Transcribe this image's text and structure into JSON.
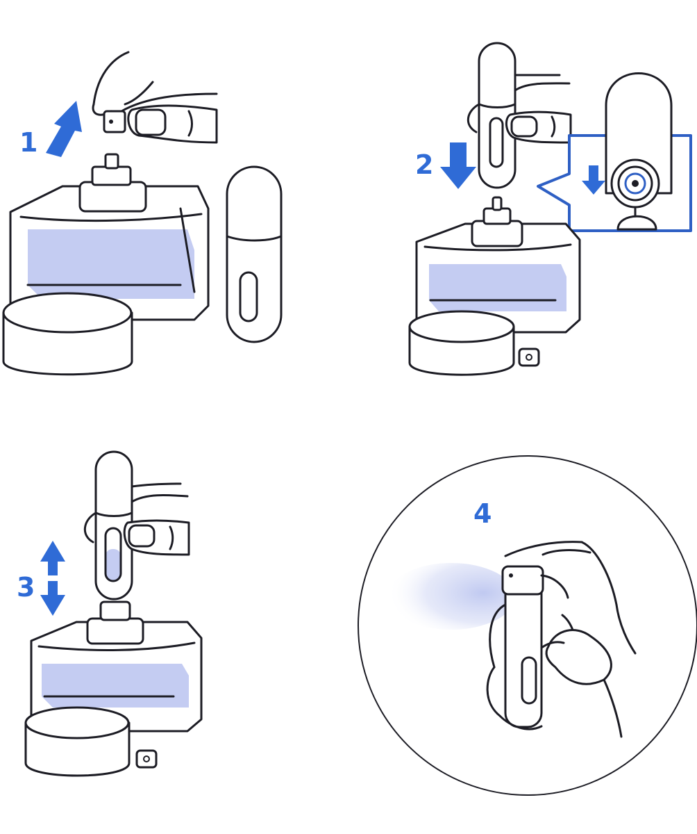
{
  "colors": {
    "accent": "#2f6bd6",
    "ink": "#1c1c24",
    "liquid": "#c4ccf2",
    "liquid_light": "#e4e8fb",
    "zoom_border": "#2e5fc4",
    "background": "#ffffff"
  },
  "steps": [
    {
      "number": "1",
      "action": "lift-cap",
      "icon": "arrow-up-icon"
    },
    {
      "number": "2",
      "action": "press-down-onto-nozzle",
      "icon": "arrow-down-icon"
    },
    {
      "number": "3",
      "action": "pump-up-and-down",
      "icon": "arrow-up-down-icon"
    },
    {
      "number": "4",
      "action": "spray",
      "icon": "spray-mist-icon"
    }
  ]
}
